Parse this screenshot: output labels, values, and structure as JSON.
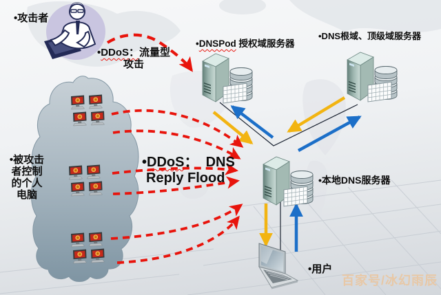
{
  "diagram_title": "DDoS attack on DNS infrastructure",
  "labels": {
    "attacker": "•攻击者",
    "ddos_traffic": {
      "prefix": "•",
      "marked": "DDoS：",
      "rest": "流量型",
      "line2": "攻击"
    },
    "dnspod": {
      "prefix": "•",
      "marked": "DNSPod",
      "rest": " 授权域服务器"
    },
    "root": "•DNS根域、顶级域服务器",
    "botnet": "•被攻击\n者控制\n的个人\n电脑",
    "reply_flood": {
      "prefix": "•",
      "marked": "DDoS",
      "rest": "：  DNS",
      "line2": "Reply Flood"
    },
    "local_dns": "•本地DNS服务器",
    "user": "•用户",
    "watermark": "百家号/冰幻雨辰"
  },
  "icons": {
    "attacker": "person-at-laptop-icon",
    "dnspod_server": "server-database-icon",
    "root_server": "server-database-icon",
    "local_server": "server-database-icon",
    "botnet_pc": "infected-pc-icon",
    "user_laptop": "laptop-icon",
    "cloud": "botnet-cloud"
  },
  "colors": {
    "attack_arrow": "#e8140c",
    "query_arrow": "#f2b411",
    "response_arrow": "#1c6fc8",
    "link_line": "#1c2433",
    "cloud_top": "#c8d1d7",
    "cloud_bottom": "#7f95a3",
    "watermark": "#eac6a0"
  },
  "flows": [
    {
      "from": "攻击者",
      "to": "DNSPod 授权域服务器",
      "type": "red-dashed",
      "label": "DDoS：流量型攻击"
    },
    {
      "from": "被攻击者控制的个人电脑",
      "to": "本地DNS服务器",
      "type": "red-dashed",
      "label": "DDoS：DNS Reply Flood",
      "count": 6
    },
    {
      "from": "DNSPod 授权域服务器",
      "to": "本地DNS服务器",
      "type": "yellow"
    },
    {
      "from": "本地DNS服务器",
      "to": "DNSPod 授权域服务器",
      "type": "blue"
    },
    {
      "from": "DNS根域、顶级域服务器",
      "to": "本地DNS服务器",
      "type": "yellow"
    },
    {
      "from": "本地DNS服务器",
      "to": "DNS根域、顶级域服务器",
      "type": "blue"
    },
    {
      "from": "本地DNS服务器",
      "to": "用户",
      "type": "yellow"
    },
    {
      "from": "用户",
      "to": "本地DNS服务器",
      "type": "blue"
    }
  ]
}
